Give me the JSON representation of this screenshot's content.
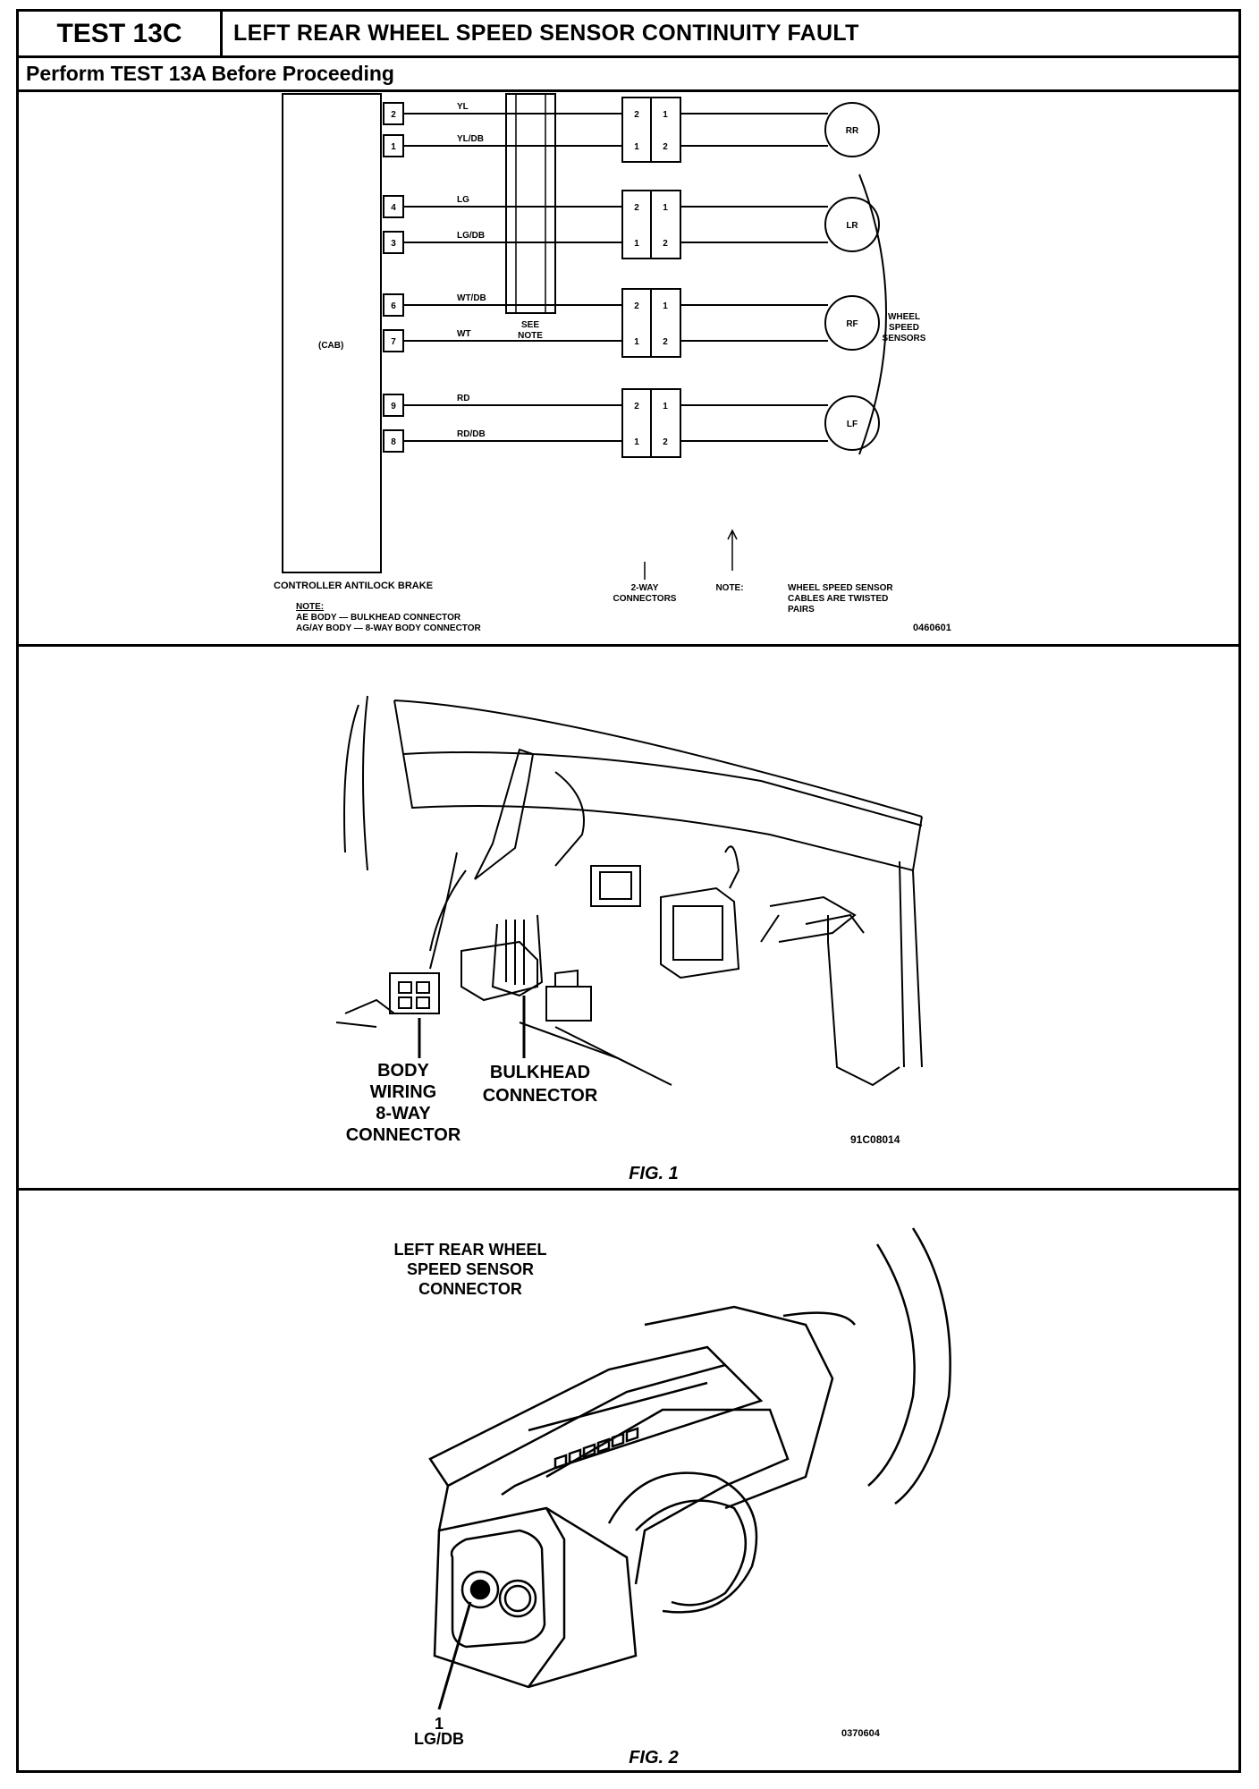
{
  "header": {
    "test_label": "TEST 13C",
    "title": "LEFT REAR WHEEL SPEED SENSOR CONTINUITY FAULT",
    "subtitle": "Perform TEST 13A Before Proceeding"
  },
  "schematic": {
    "controller_label": "CONTROLLER ANTILOCK BRAKE",
    "cab_label": "(CAB)",
    "pins": [
      "2",
      "1",
      "4",
      "3",
      "6",
      "7",
      "9",
      "8"
    ],
    "wires": [
      "YL",
      "YL/DB",
      "LG",
      "LG/DB",
      "WT/DB",
      "WT",
      "RD",
      "RD/DB"
    ],
    "see_note": [
      "SEE",
      "NOTE"
    ],
    "connector_pins": {
      "top": "2",
      "bottom": "1",
      "top_right": "1",
      "bottom_right": "2"
    },
    "sensors": [
      "RR",
      "LR",
      "RF",
      "LF"
    ],
    "wheel_speed_sensors": [
      "WHEEL",
      "SPEED",
      "SENSORS"
    ],
    "two_way_label": [
      "2-WAY",
      "CONNECTORS"
    ],
    "note_label": "NOTE:",
    "twisted_note": [
      "WHEEL SPEED SENSOR",
      "CABLES ARE TWISTED",
      "PAIRS"
    ],
    "note_title": "NOTE:",
    "note_lines": [
      "AE BODY  —  BULKHEAD CONNECTOR",
      "AG/AY BODY  —  8-WAY BODY CONNECTOR"
    ],
    "code": "0460601"
  },
  "fig1": {
    "body_label": [
      "BODY",
      "WIRING",
      "8-WAY",
      "CONNECTOR"
    ],
    "bulkhead_label": [
      "BULKHEAD",
      "CONNECTOR"
    ],
    "code": "91C08014",
    "caption": "FIG. 1"
  },
  "fig2": {
    "title_lines": [
      "LEFT REAR WHEEL",
      "SPEED SENSOR",
      "CONNECTOR"
    ],
    "pin_number": "1",
    "pin_wire": "LG/DB",
    "code": "0370604",
    "caption": "FIG. 2"
  }
}
